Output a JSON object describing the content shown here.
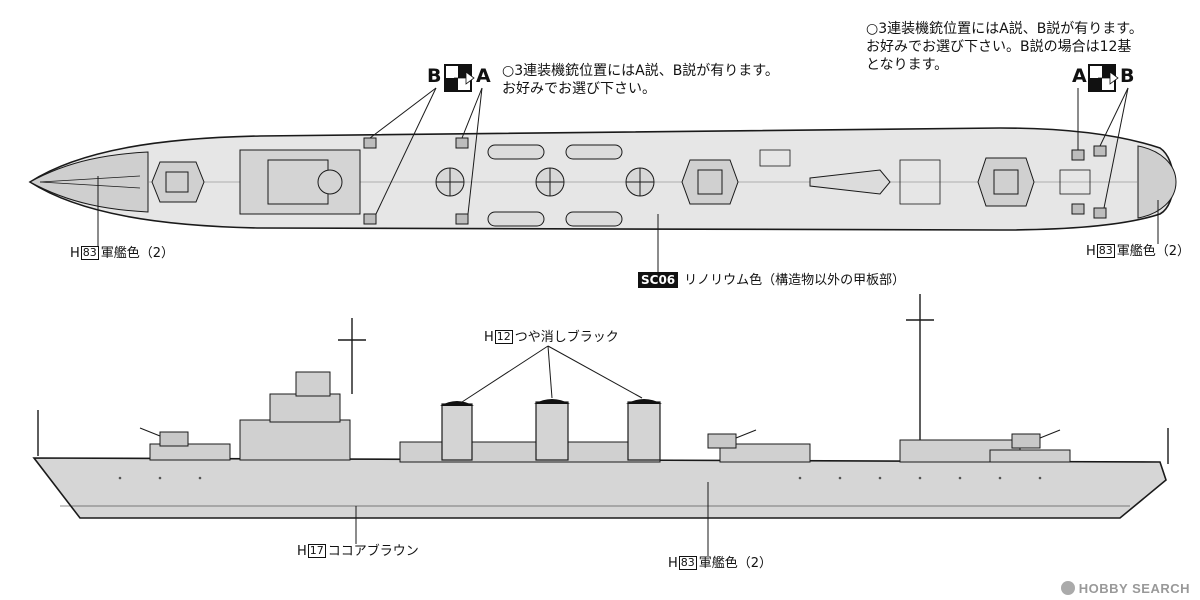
{
  "notes": {
    "top_left_note": "○3連装機銃位置にはA説、B説が有ります。\nお好みでお選び下さい。",
    "top_right_note": "○3連装機銃位置にはA説、B説が有ります。\nお好みでお選び下さい。B説の場合は12基\nとなります。"
  },
  "markers": {
    "a": "A",
    "b": "B"
  },
  "labels": {
    "bow_deck": {
      "code": "83",
      "prefix": "H",
      "text": "軍艦色（2）"
    },
    "stern_deck": {
      "code": "83",
      "prefix": "H",
      "text": "軍艦色（2）"
    },
    "deck": {
      "code": "SC06",
      "text": "リノリウム色（構造物以外の甲板部）"
    },
    "funnel_caps": {
      "code": "12",
      "prefix": "H",
      "text": "つや消しブラック"
    },
    "hull_bottom": {
      "code": "17",
      "prefix": "H",
      "text": "ココアブラウン"
    },
    "hull_side": {
      "code": "83",
      "prefix": "H",
      "text": "軍艦色（2）"
    }
  },
  "watermark": "HOBBY SEARCH",
  "colors": {
    "hull": "#d7d7d7",
    "deck": "#e4e4e4",
    "line": "#1a1a1a",
    "black": "#111111"
  }
}
